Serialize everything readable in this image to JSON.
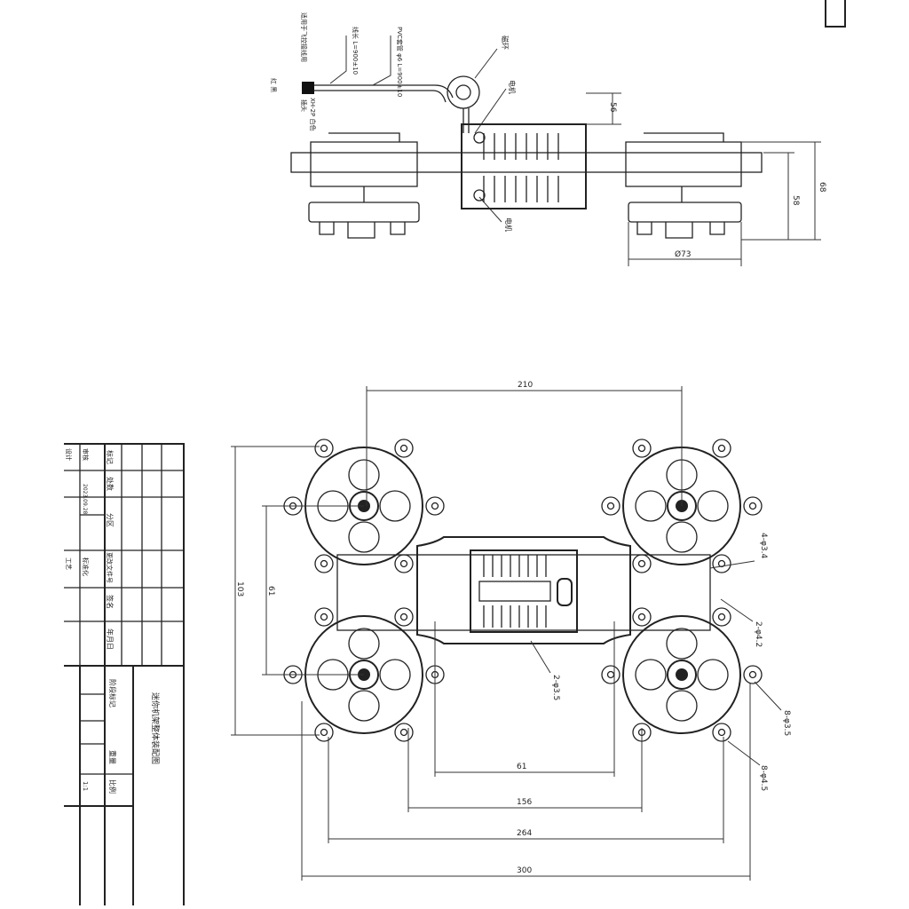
{
  "side_view": {
    "labels": {
      "red_black": "红 黑",
      "connector": "XH-2P 白色",
      "connector_note": "插头",
      "power_line": "适用于飞控接线用",
      "wire": "线长 L=900±10",
      "sleeve": "PVC套管 φ6 L=900±10",
      "magnetic_ring": "磁环",
      "motor_top": "电机",
      "motor_bottom": "电机"
    },
    "dims": {
      "d56": "56",
      "d58": "58",
      "d68": "68",
      "d73": "Ø73"
    }
  },
  "top_view": {
    "dims": {
      "w210": "210",
      "h103": "103",
      "h61": "61",
      "w61": "61",
      "w156": "156",
      "w264": "264",
      "w300": "300"
    },
    "holes": {
      "h1": "4-φ3.4",
      "h2": "2-φ4.2",
      "h3": "2-φ3.5",
      "h4": "8-φ3.5",
      "h5": "8-φ4.5"
    }
  },
  "title_block": {
    "c1": "标记",
    "c2": "处数",
    "c3": "分区",
    "c4": "更改文件号",
    "c5": "签名",
    "c6": "年月日",
    "r1": "设计",
    "r2": "审核",
    "r3": "工艺",
    "r4": "标准化",
    "date": "2023.09.28",
    "stage": "阶段标记",
    "weight": "重量",
    "scale": "比例",
    "scale_val": "1:1",
    "title": "迷你机架整体装配图"
  }
}
